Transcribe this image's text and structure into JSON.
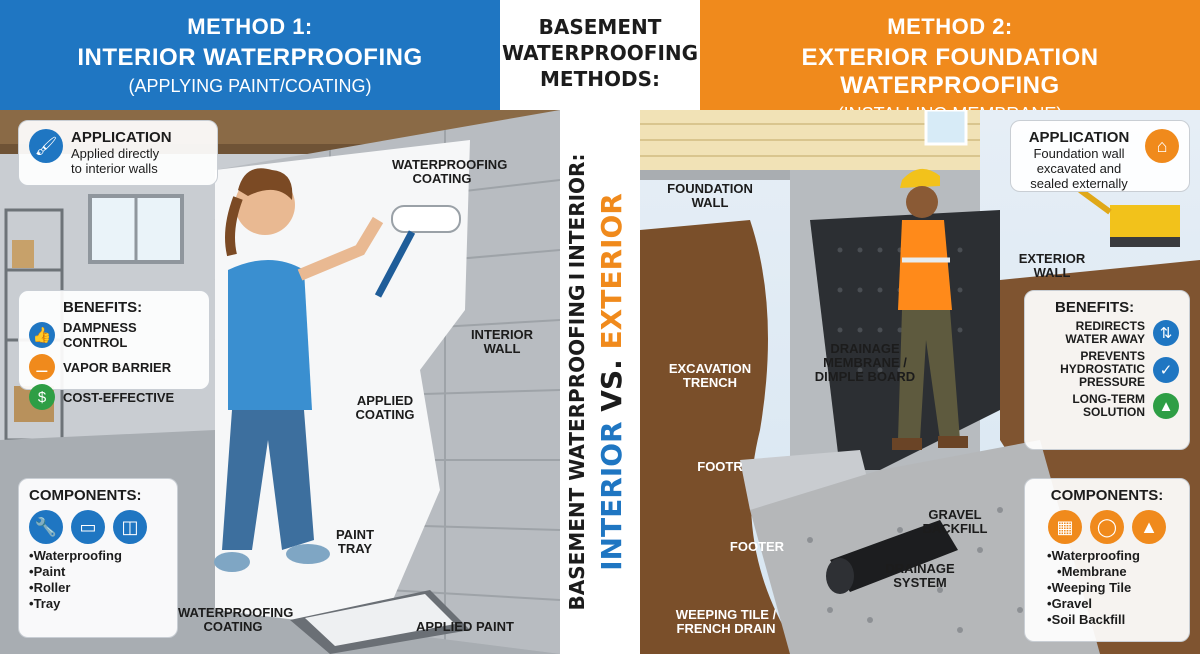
{
  "header": {
    "left": {
      "line1": "METHOD 1:",
      "line2": "INTERIOR WATERPROOFING",
      "line3": "(APPLYING PAINT/COATING)"
    },
    "center": {
      "line1": "BASEMENT",
      "line2": "WATERPROOFING",
      "line3": "METHODS:"
    },
    "right": {
      "line1": "METHOD 2:",
      "line2": "EXTERIOR FOUNDATION WATERPROOFING",
      "line3": "(INSTALLING MEMBRANE)"
    }
  },
  "vertical_title": {
    "line1a": "BASEMENT WATERPROOFING",
    "sep": "I",
    "line1b": "INTERIOR:",
    "interior": "INTERIOR",
    "vs": "VS.",
    "exterior": "EXTERIOR"
  },
  "interior": {
    "application": {
      "heading": "APPLICATION",
      "text1": "Applied directly",
      "text2": "to interior walls"
    },
    "benefits": {
      "heading": "BENEFITS:",
      "items": [
        "DAMPNESS CONTROL",
        "VAPOR BARRIER",
        "COST-EFFECTIVE"
      ]
    },
    "components": {
      "heading": "COMPONENTS:",
      "items": [
        "Waterproofing",
        "Paint",
        "Roller",
        "Tray"
      ]
    },
    "callouts": {
      "coating_top1": "WATERPROOFING",
      "coating_top2": "COATING",
      "interior_wall1": "INTERIOR",
      "interior_wall2": "WALL",
      "applied1": "APPLIED",
      "applied2": "COATING",
      "tray1": "PAINT",
      "tray2": "TRAY",
      "coating_bottom1": "WATERPROOFING",
      "coating_bottom2": "COATING",
      "applied_paint": "APPLIED PAINT"
    }
  },
  "exterior": {
    "application": {
      "heading": "APPLICATION",
      "text1": "Foundation wall",
      "text2": "excavated and",
      "text3": "sealed externally"
    },
    "benefits": {
      "heading": "BENEFITS:",
      "items": [
        {
          "l1": "REDIRECTS",
          "l2": "WATER AWAY",
          "l3": ""
        },
        {
          "l1": "PREVENTS",
          "l2": "HYDROSTATIC",
          "l3": "PRESSURE"
        },
        {
          "l1": "LONG-TERM",
          "l2": "SOLUTION",
          "l3": ""
        }
      ]
    },
    "components": {
      "heading": "COMPONENTS:",
      "items": [
        "Waterproofing",
        "Membrane",
        "Weeping Tile",
        "Gravel",
        "Soil Backfill"
      ]
    },
    "callouts": {
      "foundation1": "FOUNDATION",
      "foundation2": "WALL",
      "exterior1": "EXTERIOR",
      "exterior2": "WALL",
      "trench1": "EXCAVATION",
      "trench2": "TRENCH",
      "drainage1": "DRAINAGE",
      "drainage2": "MEMBRANE /",
      "drainage3": "DIMPLE BOARD",
      "footr": "FOOTR",
      "footer": "FOOTER",
      "gravel1": "GRAVEL",
      "gravel2": "BACKFILL",
      "drain_sys1": "DRAINAGE",
      "drain_sys2": "SYSTEM",
      "weeping1": "WEEPING TILE /",
      "weeping2": "FRENCH DRAIN"
    }
  },
  "colors": {
    "interior": "#1f76c2",
    "exterior": "#f08a1c",
    "card_bg": "#ffffff",
    "text": "#1c1c1c"
  },
  "icons": [
    "painter-icon",
    "thumbs-up-icon",
    "barrier-icon",
    "tools-icon",
    "roller-icon",
    "paint-can-icon",
    "house-shovel-icon",
    "arrows-out-icon",
    "shield-check-icon",
    "shield-icon",
    "membrane-icon",
    "pipe-icon",
    "gravel-icon"
  ]
}
